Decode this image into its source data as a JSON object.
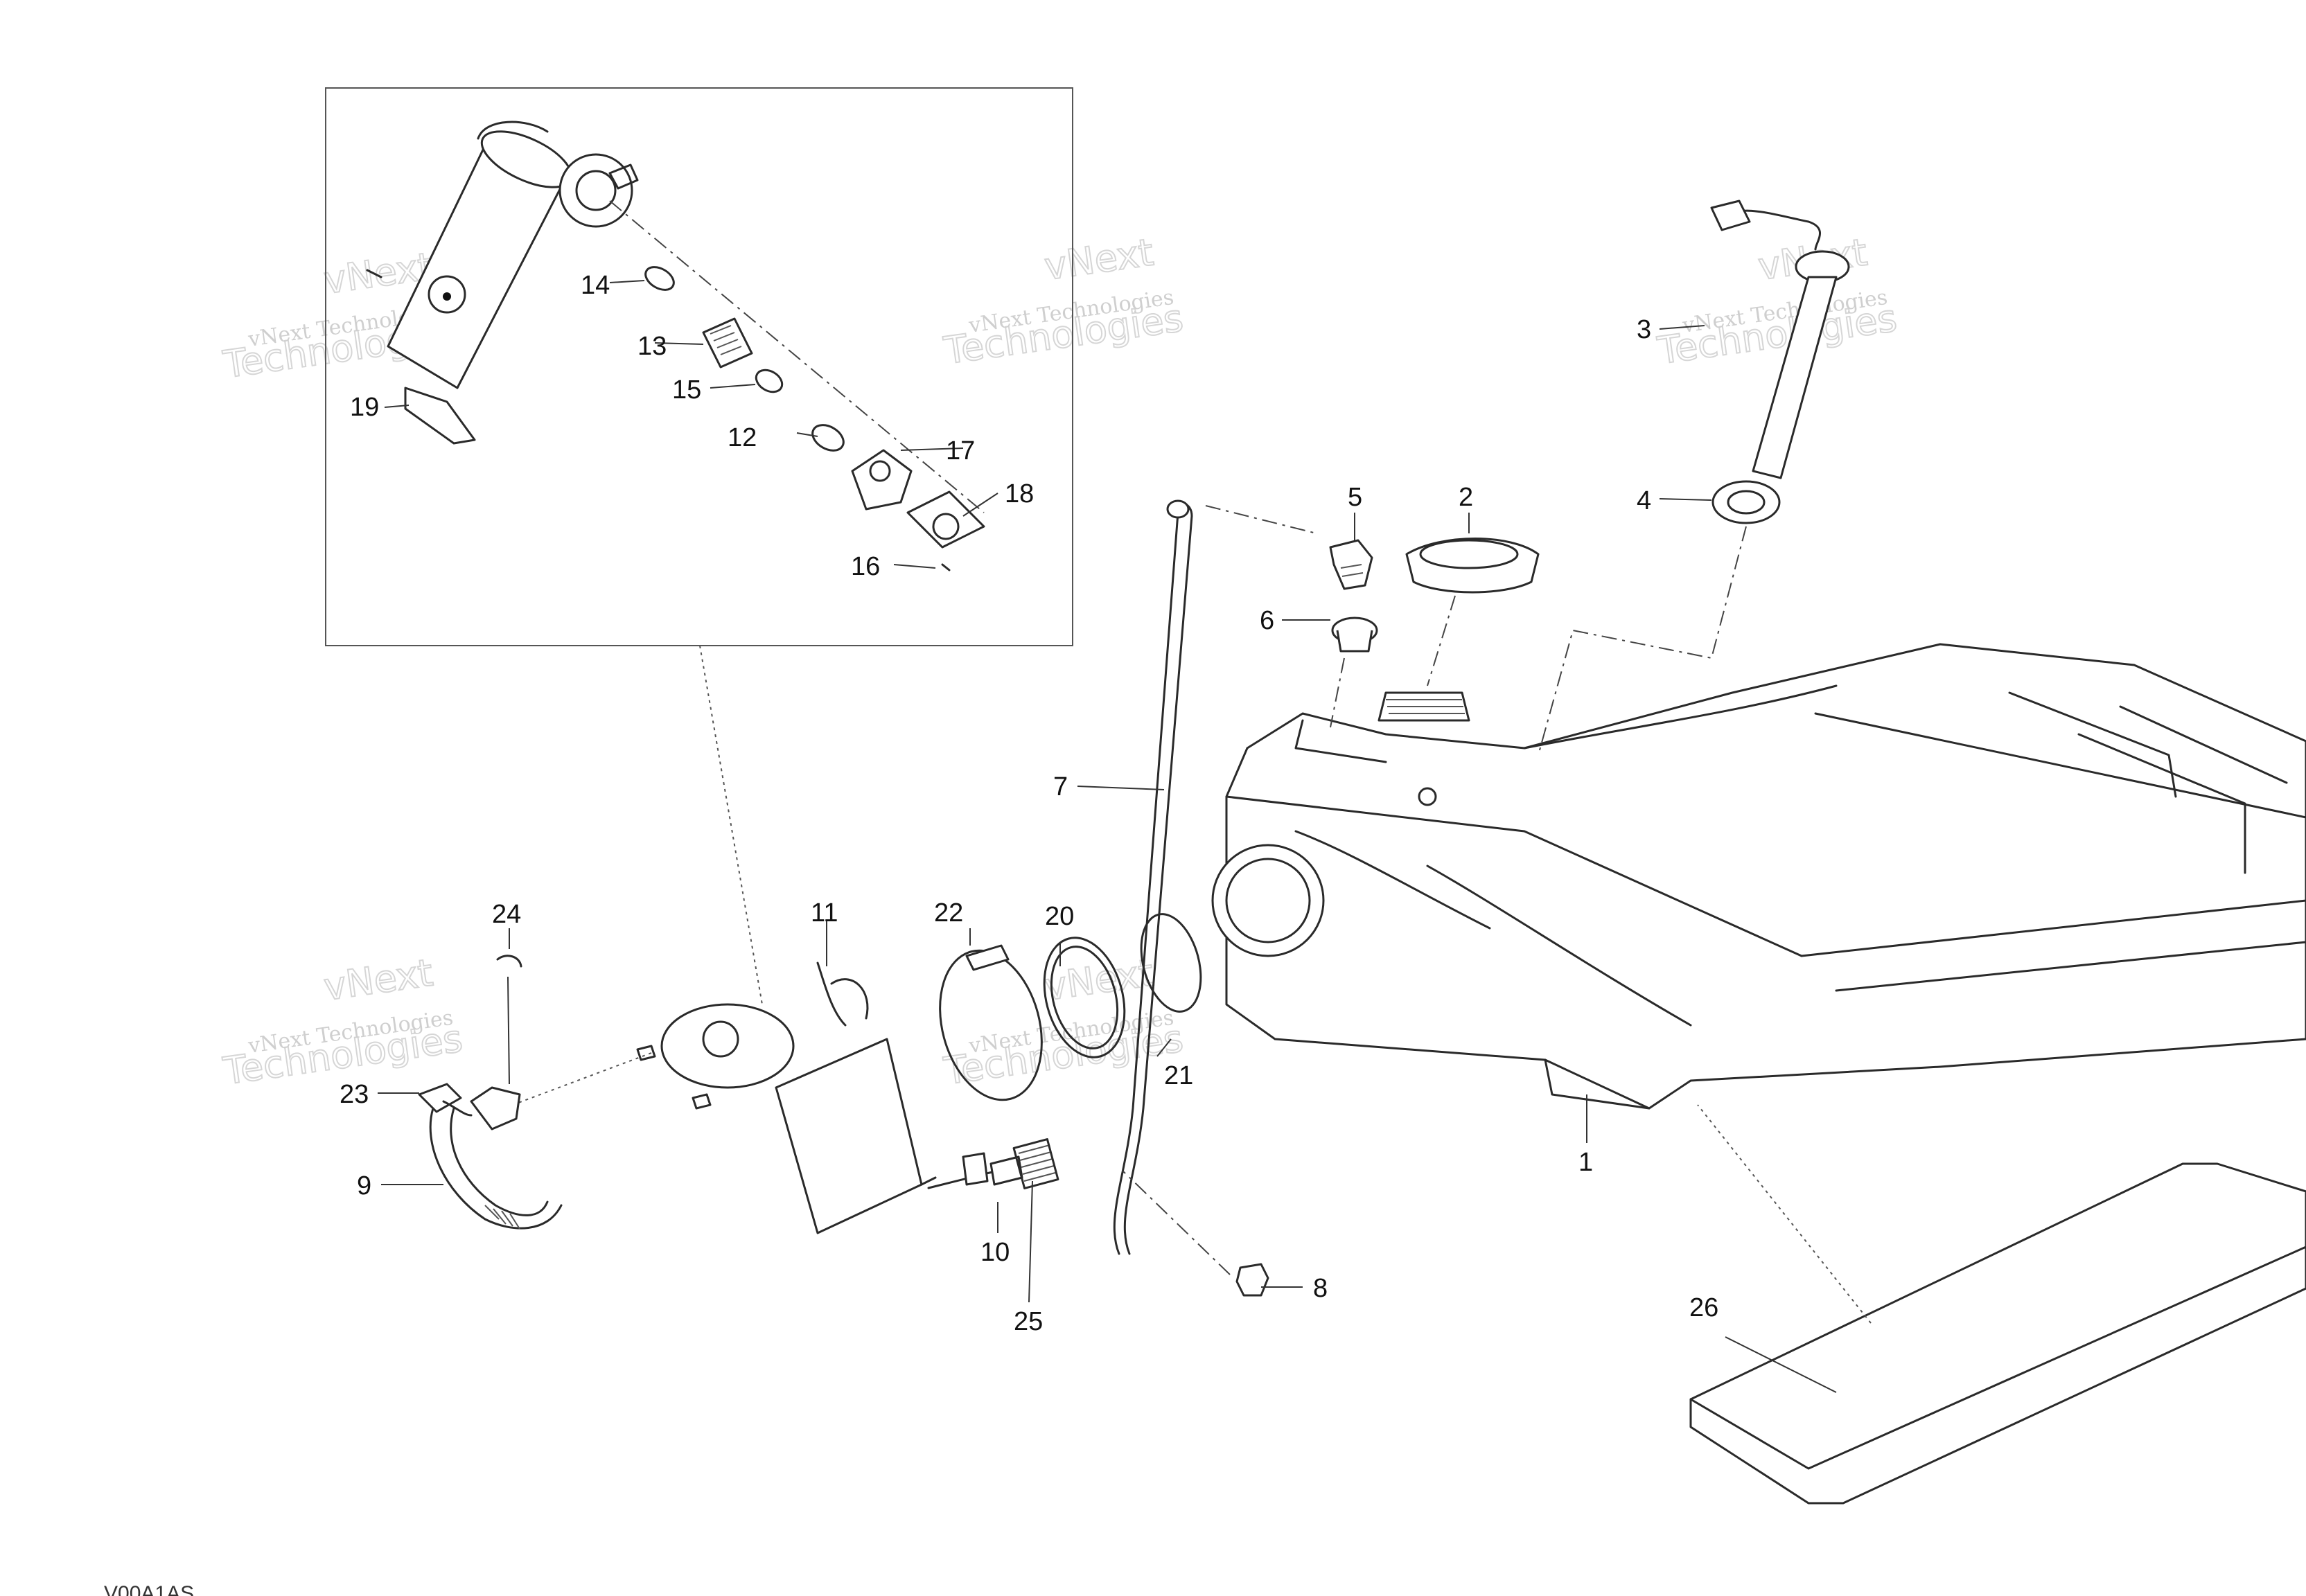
{
  "callouts": {
    "c1": "1",
    "c2": "2",
    "c3": "3",
    "c4": "4",
    "c5": "5",
    "c6": "6",
    "c7": "7",
    "c8": "8",
    "c9": "9",
    "c10": "10",
    "c11": "11",
    "c12": "12",
    "c13": "13",
    "c14": "14",
    "c15": "15",
    "c16": "16",
    "c17": "17",
    "c18": "18",
    "c19": "19",
    "c20": "20",
    "c21": "21",
    "c22": "22",
    "c23": "23",
    "c24": "24",
    "c25": "25",
    "c26": "26"
  },
  "watermark": {
    "line1": "vNext Technologies",
    "line2": "Technologies",
    "line3": "vNext"
  },
  "footer_code": "V00A1AS"
}
